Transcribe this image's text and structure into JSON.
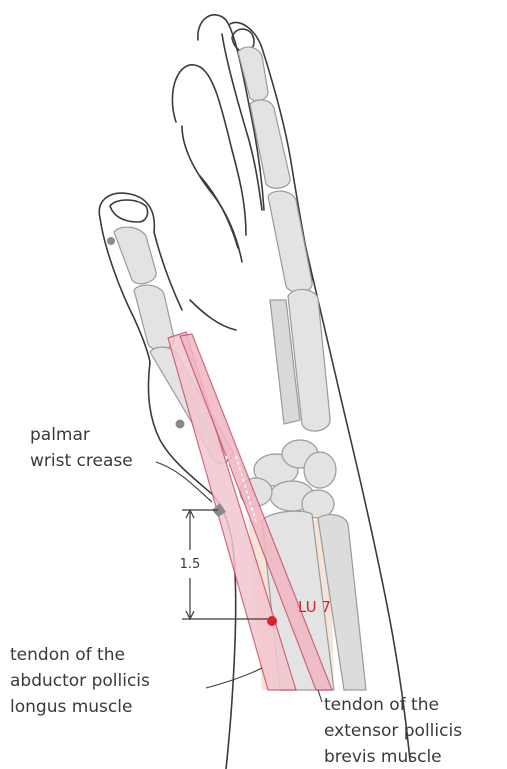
{
  "labels": {
    "palmar_crease_line1": "palmar",
    "palmar_crease_line2": "wrist crease",
    "measure_value": "1.5",
    "point_name": "LU 7",
    "apl_line1": "tendon of the",
    "apl_line2": "abductor pollicis",
    "apl_line3": "longus muscle",
    "epb_line1": "tendon of the",
    "epb_line2": "extensor pollicis",
    "epb_line3": "brevis muscle"
  },
  "colors": {
    "outline": "#3b3b3b",
    "bone_fill": "#e3e3e3",
    "bone_stroke": "#9a9a9a",
    "tendon_fill": "#f3c6cf",
    "tendon_stroke": "#c8506a",
    "forearm_tint": "#f6e4d8",
    "point": "#d8232a",
    "marker": "#8a8a8a"
  },
  "icons": {
    "acupoint": "red-dot",
    "landmark": "gray-dot"
  }
}
